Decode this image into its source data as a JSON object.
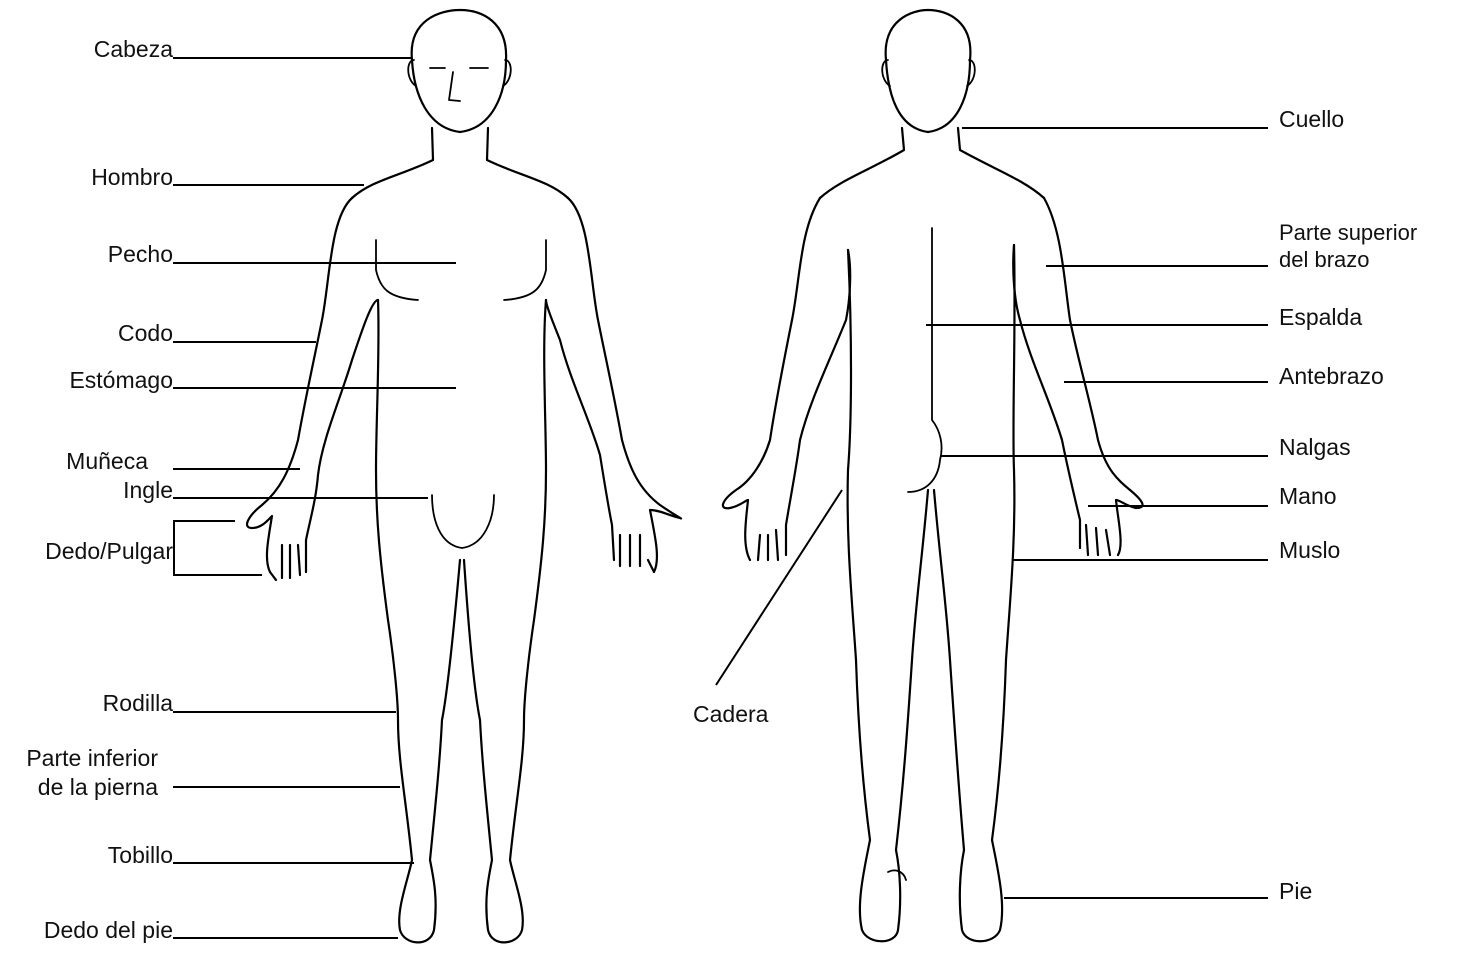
{
  "front_labels": {
    "cabeza": "Cabeza",
    "hombro": "Hombro",
    "pecho": "Pecho",
    "codo": "Codo",
    "estomago": "Estómago",
    "muneca": "Muñeca",
    "ingle": "Ingle",
    "dedo_pulgar": "Dedo/Pulgar",
    "rodilla": "Rodilla",
    "parte_inferior_pierna_1": "Parte inferior",
    "parte_inferior_pierna_2": "de la pierna",
    "tobillo": "Tobillo",
    "dedo_pie": "Dedo del pie"
  },
  "back_labels": {
    "cuello": "Cuello",
    "parte_superior_brazo_1": "Parte superior",
    "parte_superior_brazo_2": "del brazo",
    "espalda": "Espalda",
    "antebrazo": "Antebrazo",
    "nalgas": "Nalgas",
    "mano": "Mano",
    "muslo": "Muslo",
    "cadera": "Cadera",
    "pie": "Pie"
  }
}
